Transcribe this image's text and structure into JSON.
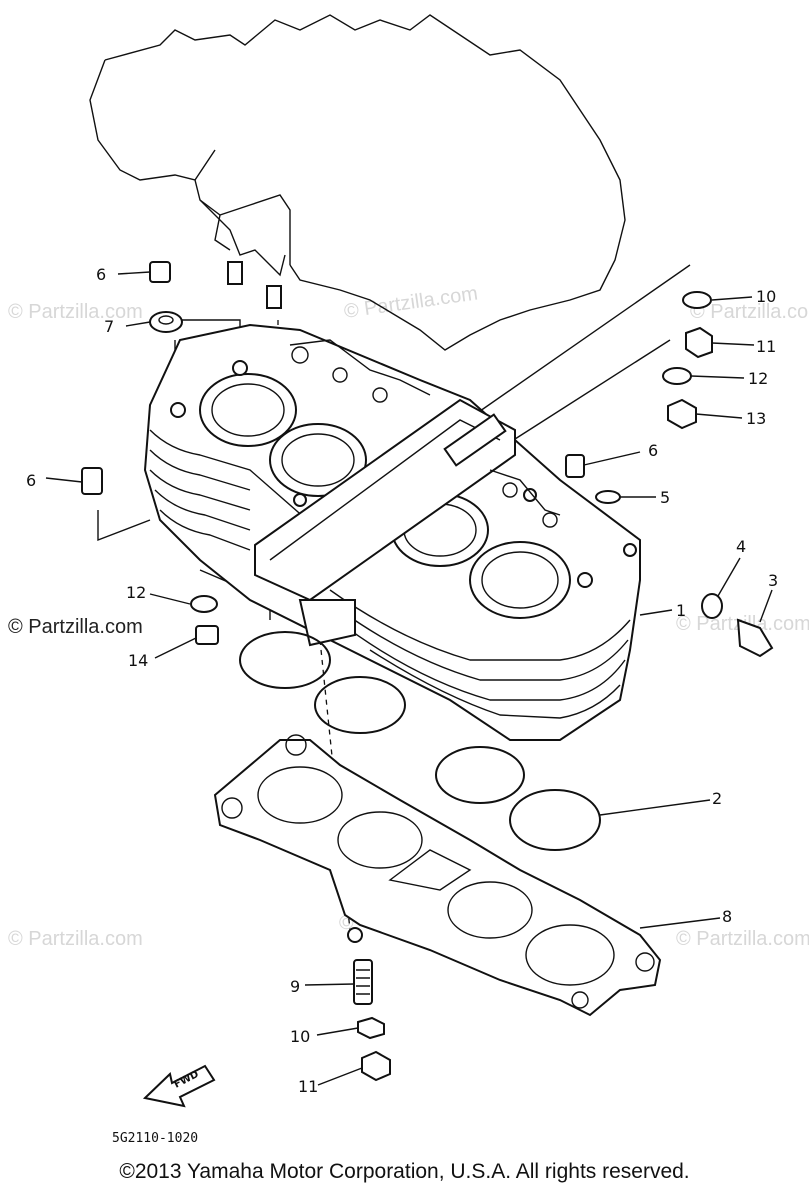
{
  "diagram": {
    "callouts": [
      {
        "id": "c1",
        "label": "1"
      },
      {
        "id": "c2",
        "label": "2"
      },
      {
        "id": "c3",
        "label": "3"
      },
      {
        "id": "c4",
        "label": "4"
      },
      {
        "id": "c5",
        "label": "5"
      },
      {
        "id": "c6a",
        "label": "6"
      },
      {
        "id": "c6b",
        "label": "6"
      },
      {
        "id": "c6c",
        "label": "6"
      },
      {
        "id": "c7",
        "label": "7"
      },
      {
        "id": "c8",
        "label": "8"
      },
      {
        "id": "c9",
        "label": "9"
      },
      {
        "id": "c10a",
        "label": "10"
      },
      {
        "id": "c10b",
        "label": "10"
      },
      {
        "id": "c11a",
        "label": "11"
      },
      {
        "id": "c11b",
        "label": "11"
      },
      {
        "id": "c12a",
        "label": "12"
      },
      {
        "id": "c12b",
        "label": "12"
      },
      {
        "id": "c13",
        "label": "13"
      },
      {
        "id": "c14",
        "label": "14"
      }
    ],
    "part_code": "5G2110-1020",
    "fwd_label": "FWD"
  },
  "watermarks": {
    "faint": "© Partzilla.com",
    "dark": "© Partzilla.com"
  },
  "footer": {
    "copyright": "©2013  Yamaha Motor Corporation, U.S.A. All rights reserved."
  }
}
